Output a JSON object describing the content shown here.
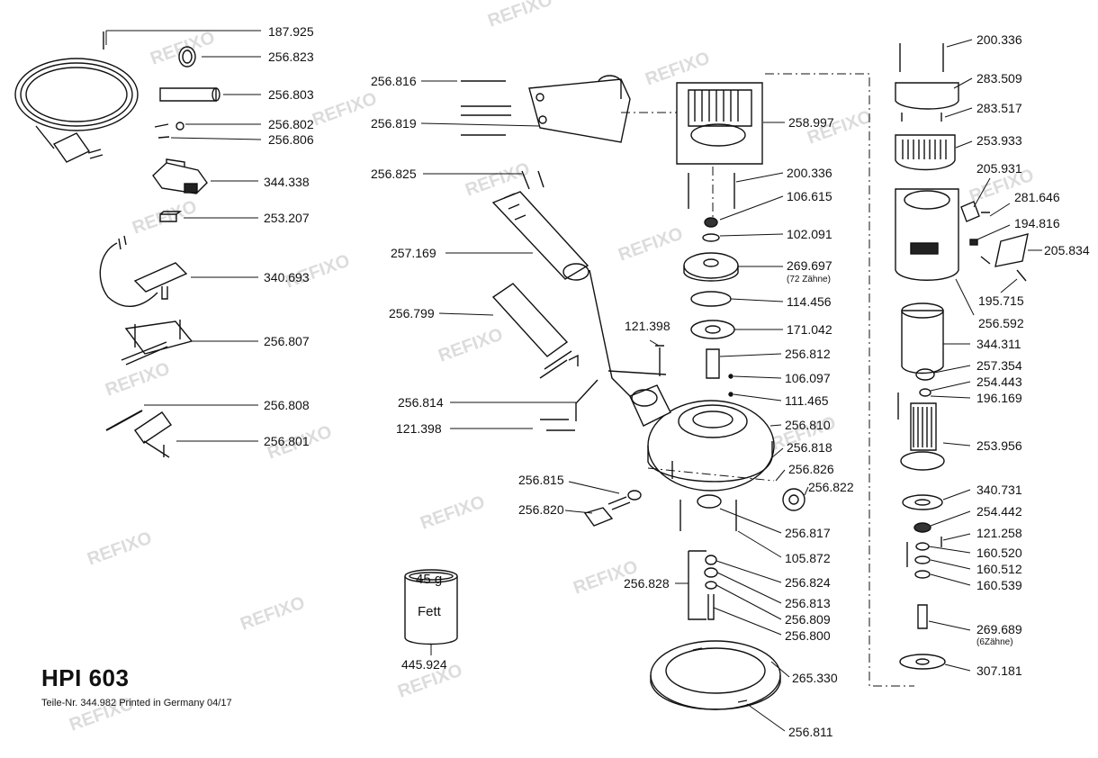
{
  "title": "HPI 603",
  "subtitle": "Teile-Nr. 344.982 Printed in Germany 04/17",
  "watermark": "REFIXO",
  "grease": {
    "amount": "45 g",
    "label": "Fett",
    "part": "445.924"
  },
  "parts": [
    "187.925",
    "256.823",
    "256.803",
    "256.802",
    "256.806",
    "344.338",
    "253.207",
    "340.693",
    "256.807",
    "256.808",
    "256.801",
    "256.816",
    "256.819",
    "256.825",
    "257.169",
    "256.799",
    "256.814",
    "121.398",
    "121.398",
    "256.815",
    "256.820",
    "256.828",
    "258.997",
    "200.336",
    "106.615",
    "102.091",
    "269.697",
    "114.456",
    "171.042",
    "256.812",
    "106.097",
    "111.465",
    "256.810",
    "256.818",
    "256.826",
    "256.822",
    "256.817",
    "105.872",
    "256.824",
    "256.813",
    "256.809",
    "256.800",
    "265.330",
    "256.811",
    "200.336",
    "283.509",
    "283.517",
    "253.933",
    "205.931",
    "281.646",
    "194.816",
    "205.834",
    "195.715",
    "256.592",
    "344.311",
    "257.354",
    "254.443",
    "196.169",
    "253.956",
    "340.731",
    "254.442",
    "121.258",
    "160.520",
    "160.512",
    "160.539",
    "269.689",
    "307.181"
  ],
  "notes": {
    "teeth_72": "(72 Zähne)",
    "teeth_6": "(6Zähne)"
  },
  "colors": {
    "ink": "#111111",
    "watermark": "#d9d9d9",
    "background": "#ffffff"
  }
}
